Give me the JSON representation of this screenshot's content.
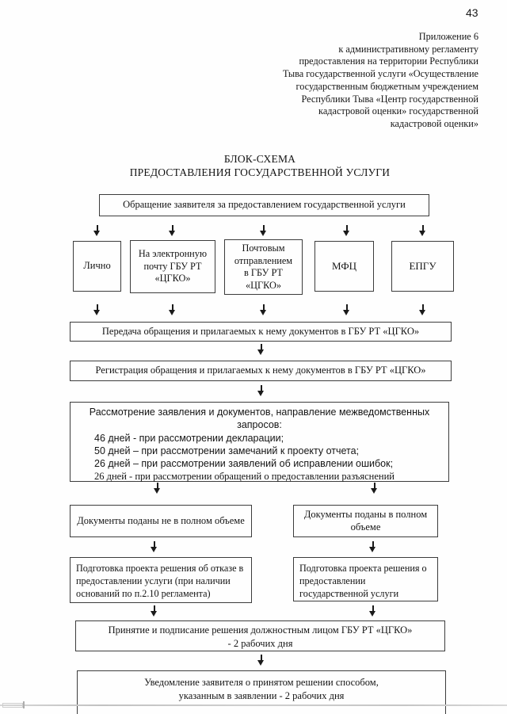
{
  "page": {
    "number": "43"
  },
  "annex": {
    "lines": [
      "Приложение 6",
      "к административному регламенту",
      "предоставления на территории Республики",
      "Тыва государственной услуги «Осуществление",
      "государственным бюджетным учреждением",
      "Республики Тыва «Центр государственной",
      "кадастровой оценки» государственной",
      "кадастровой оценки»"
    ]
  },
  "title": {
    "line1": "БЛОК-СХЕМА",
    "line2": "ПРЕДОСТАВЛЕНИЯ ГОСУДАРСТВЕННОЙ УСЛУГИ"
  },
  "flow": {
    "request": "Обращение заявителя за предоставлением государственной услуги",
    "channels": [
      {
        "label": "Лично"
      },
      {
        "label": "На электронную почту ГБУ РТ «ЦГКО»"
      },
      {
        "label": "Почтовым отправлением в ГБУ РТ «ЦГКО»"
      },
      {
        "label": "МФЦ"
      },
      {
        "label": "ЕПГУ"
      }
    ],
    "transfer": "Передача обращения  и прилагаемых к нему документов в ГБУ РТ «ЦГКО»",
    "registration": "Регистрация обращения и прилагаемых к нему документов в ГБУ РТ «ЦГКО»",
    "review": {
      "heading_line1": "Рассмотрение заявления и документов, направление межведомственных",
      "heading_line2": "запросов:",
      "items": [
        "46 дней  -  при рассмотрении декларации;",
        "50 дней – при рассмотрении замечаний к проекту отчета;",
        "26 дней – при рассмотрении заявлений об исправлении ошибок;",
        "26 дней - при рассмотрении обращений о предоставлении разъяснений"
      ]
    },
    "incomplete": "Документы поданы не в полном объеме",
    "complete": "Документы поданы в полном объеме",
    "refusal": "Подготовка проекта решения об отказе в предоставлении услуги (при наличии оснований по п.2.10 регламента)",
    "provision": "Подготовка проекта решения о предоставлении государственной услуги",
    "signing": {
      "line1": "Принятие и подписание решения должностным лицом ГБУ РТ «ЦГКО»",
      "line2": "- 2 рабочих дня"
    },
    "notification": {
      "line1": "Уведомление заявителя о принятом решении способом,",
      "line2": "указанным в заявлении - 2 рабочих дня"
    }
  }
}
